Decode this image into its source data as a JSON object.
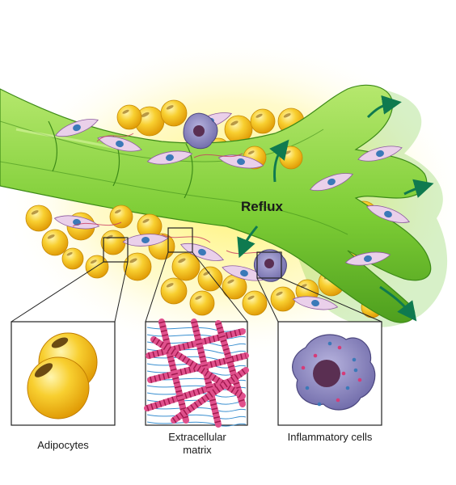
{
  "labels": {
    "flow": "Reflux",
    "panel_1": "Adipocytes",
    "panel_2": "Extracellular matrix",
    "panel_3": "Inflammatory cells"
  },
  "colors": {
    "lymphatic_vessel": "#7ccd34",
    "vessel_dark": "#3d8a17",
    "adipocyte": "#f6c01a",
    "fibroblast": "#e7c6e6",
    "fibroblast_nucleus": "#3b79b8",
    "collagen": "#d63b78",
    "macrophage": "#8a86bf",
    "arrow": "#0f7a4f",
    "glow": "#fff48a"
  }
}
